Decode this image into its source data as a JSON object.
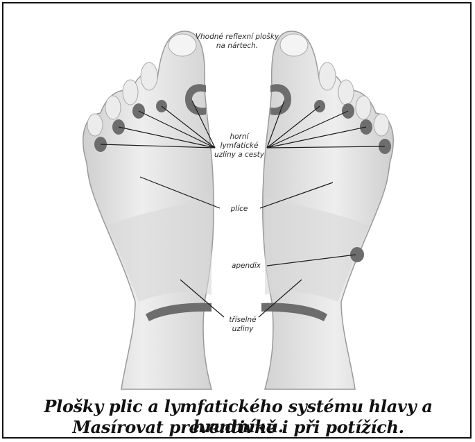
{
  "labels": {
    "top_note_line1": "Vhodné reflexní plošky",
    "top_note_line2": "na nártech.",
    "lymph_line1": "horní",
    "lymph_line2": "lymfatické",
    "lymph_line3": "uzliny a cesty",
    "lungs": "plíce",
    "appendix": "apendix",
    "groin_line1": "tříselné",
    "groin_line2": "uzliny"
  },
  "caption": {
    "line1": "Plošky plic a lymfatického systému hlavy a hrudníku.",
    "line2": "Masírovat preventivně i při potížích."
  },
  "colors": {
    "skin": "#e4e4e4",
    "skin_shadow": "#bdbdbd",
    "zone": "#6d6d6d",
    "line": "#1a1a1a"
  }
}
